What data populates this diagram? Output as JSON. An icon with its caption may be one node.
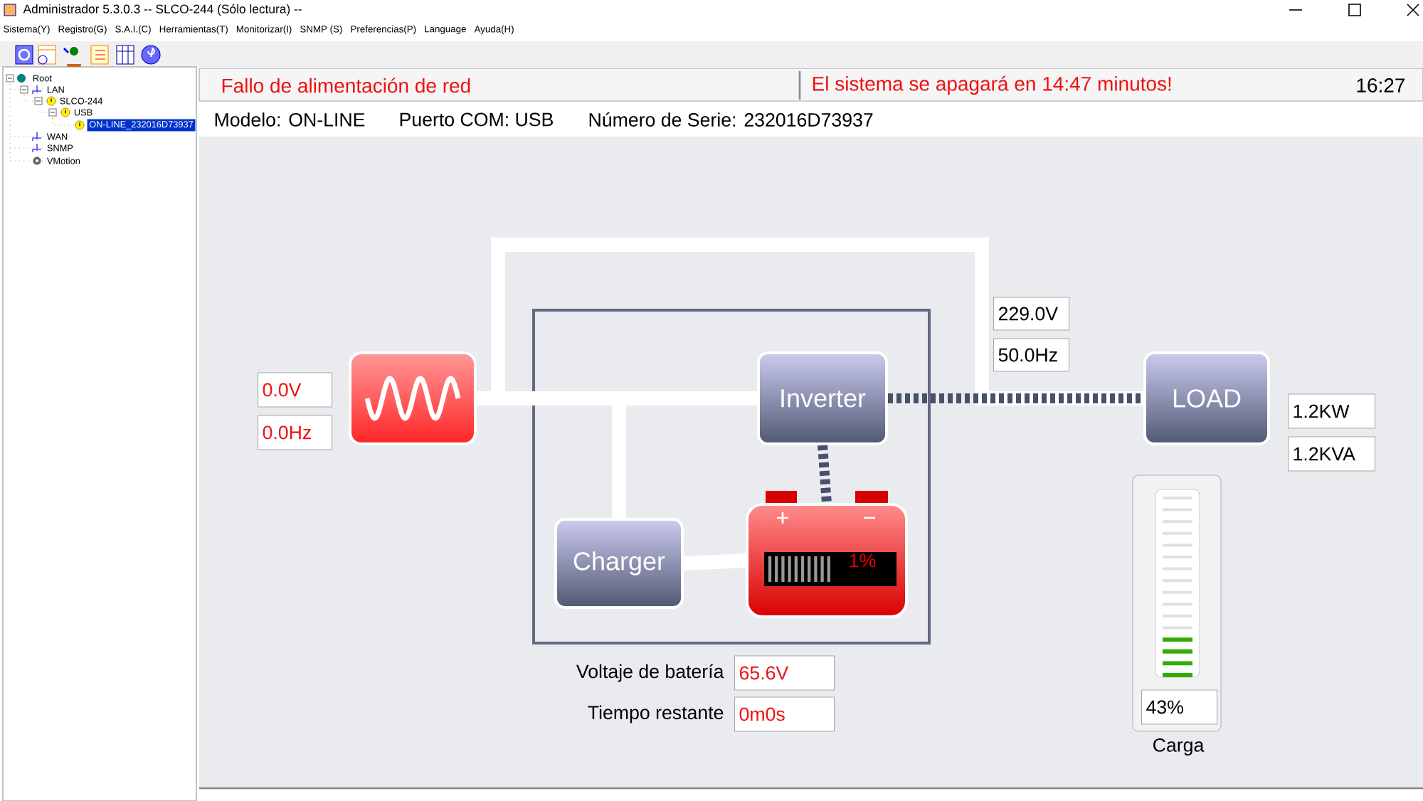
{
  "diagram": {
    "nodes": [
      {
        "text": [],
        "shape": "box"
      },
      {
        "text": [],
        "shape": "box"
      },
      {
        "text": [
          "Inverter"
        ],
        "in": 1
      },
      {
        "text": [
          "Charger"
        ],
        "in": 1
      },
      {
        "text": [
          "1%"
        ],
        "in": 1
      },
      {
        "text": [
          "LOAD"
        ]
      }
    ],
    "edges": [
      {
        "from": 0,
        "to": 2,
        "arrow": "none"
      },
      {
        "from": 0,
        "to": 5,
        "arrow": "none"
      },
      {
        "from": 0,
        "to": 3,
        "arrow": "none"
      },
      {
        "from": 3,
        "to": 4,
        "arrow": "none"
      },
      {
        "from": 2,
        "to": 4,
        "arrow": "none",
        "style": "dashed",
        "color": "#48506c"
      },
      {
        "from": 2,
        "to": 5,
        "arrow": "none",
        "style": "dashed",
        "color": "#48506c"
      }
    ],
    "labels": [
      "Administrador 5.3.0.3 -- SLCO-244 (Sólo lectura) --",
      "Sistema(Y)",
      "Registro(G)",
      "S.A.I.(C)",
      "Herramientas(T)",
      "Monitorizar(I)",
      "SNMP (S)",
      "Preferencias(P)",
      "Language",
      "Ayuda(H)",
      "Root",
      "LAN",
      "SLCO-244",
      "USB",
      "ON-LINE_232016D73937",
      "WAN",
      "SNMP",
      "VMotion",
      "Fallo de alimentación de red",
      "El sistema se apagará en 14:47 minutos!",
      "16:27",
      "Modelo: ON-LINE",
      "Puerto COM: USB",
      "Número de Serie: 232016D73937",
      "229.0V",
      "50.0Hz",
      "0.0V",
      "1.2KW",
      "0.0Hz",
      "1.2KVA",
      "Voltaje de batería",
      "65.6V",
      "Tiempo restante",
      "0m0s",
      "43%",
      "Carga"
    ]
  }
}
